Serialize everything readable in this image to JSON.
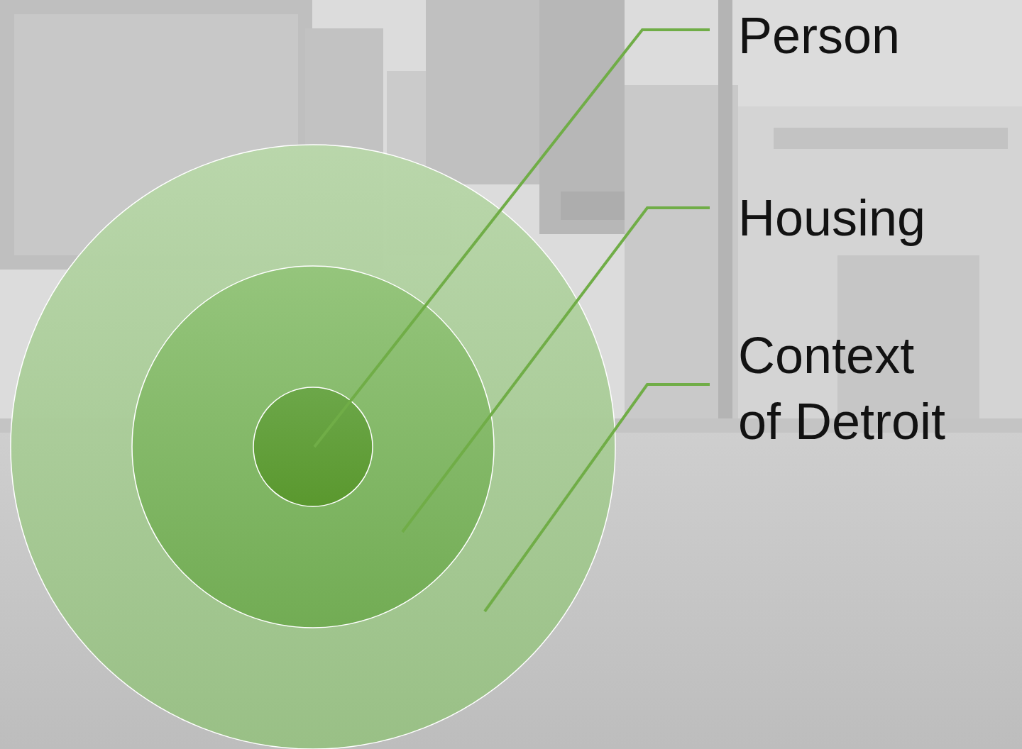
{
  "diagram": {
    "nodes": [
      {
        "text": [
          "Context of Detroit"
        ]
      },
      {
        "text": [
          "Housing"
        ],
        "in": 0
      },
      {
        "text": [
          "Person"
        ],
        "in": 1
      }
    ]
  }
}
